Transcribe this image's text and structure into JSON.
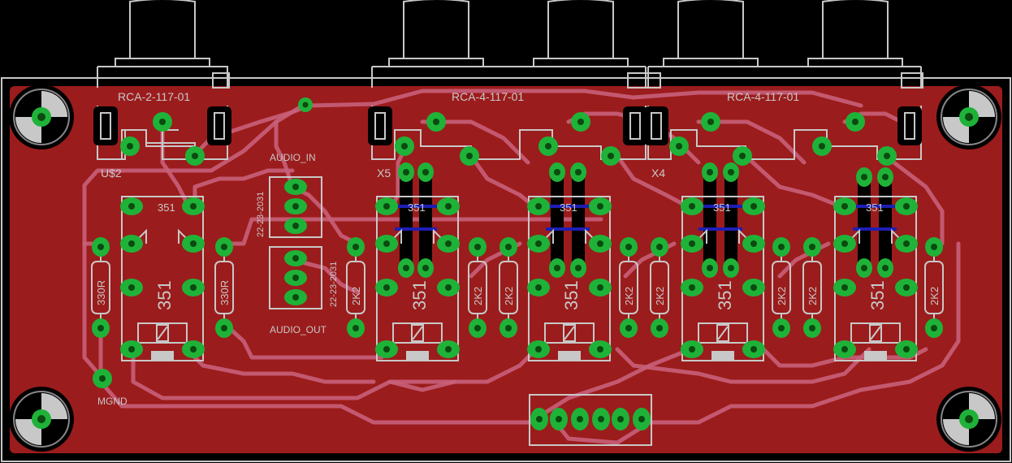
{
  "colors": {
    "background": "#000000",
    "board": "#9b1c1c",
    "trace": "#c8607a",
    "pad": "#1fb238",
    "pad_hole": "#0b4a10",
    "silkscreen": "#c8c8c8",
    "bottom_trace": "#1e1eb4",
    "mount_hole": "#c8c8c8"
  },
  "connectors": {
    "u2": {
      "value": "RCA-2-117-01",
      "ref": "U$2"
    },
    "x5": {
      "value": "RCA-4-117-01",
      "ref": "X5"
    },
    "x4": {
      "value": "RCA-4-117-01",
      "ref": "X4"
    }
  },
  "headers": {
    "audio_in": {
      "label": "AUDIO_IN",
      "part": "22-23-2031"
    },
    "audio_out": {
      "label": "AUDIO_OUT",
      "part": "22-23-2031"
    }
  },
  "chips": {
    "label_top": "351",
    "label_side": "351"
  },
  "resistors": {
    "r1": "330R",
    "r2": "330R",
    "r_2k2": "2K2"
  },
  "mgnd_label": "MGND"
}
